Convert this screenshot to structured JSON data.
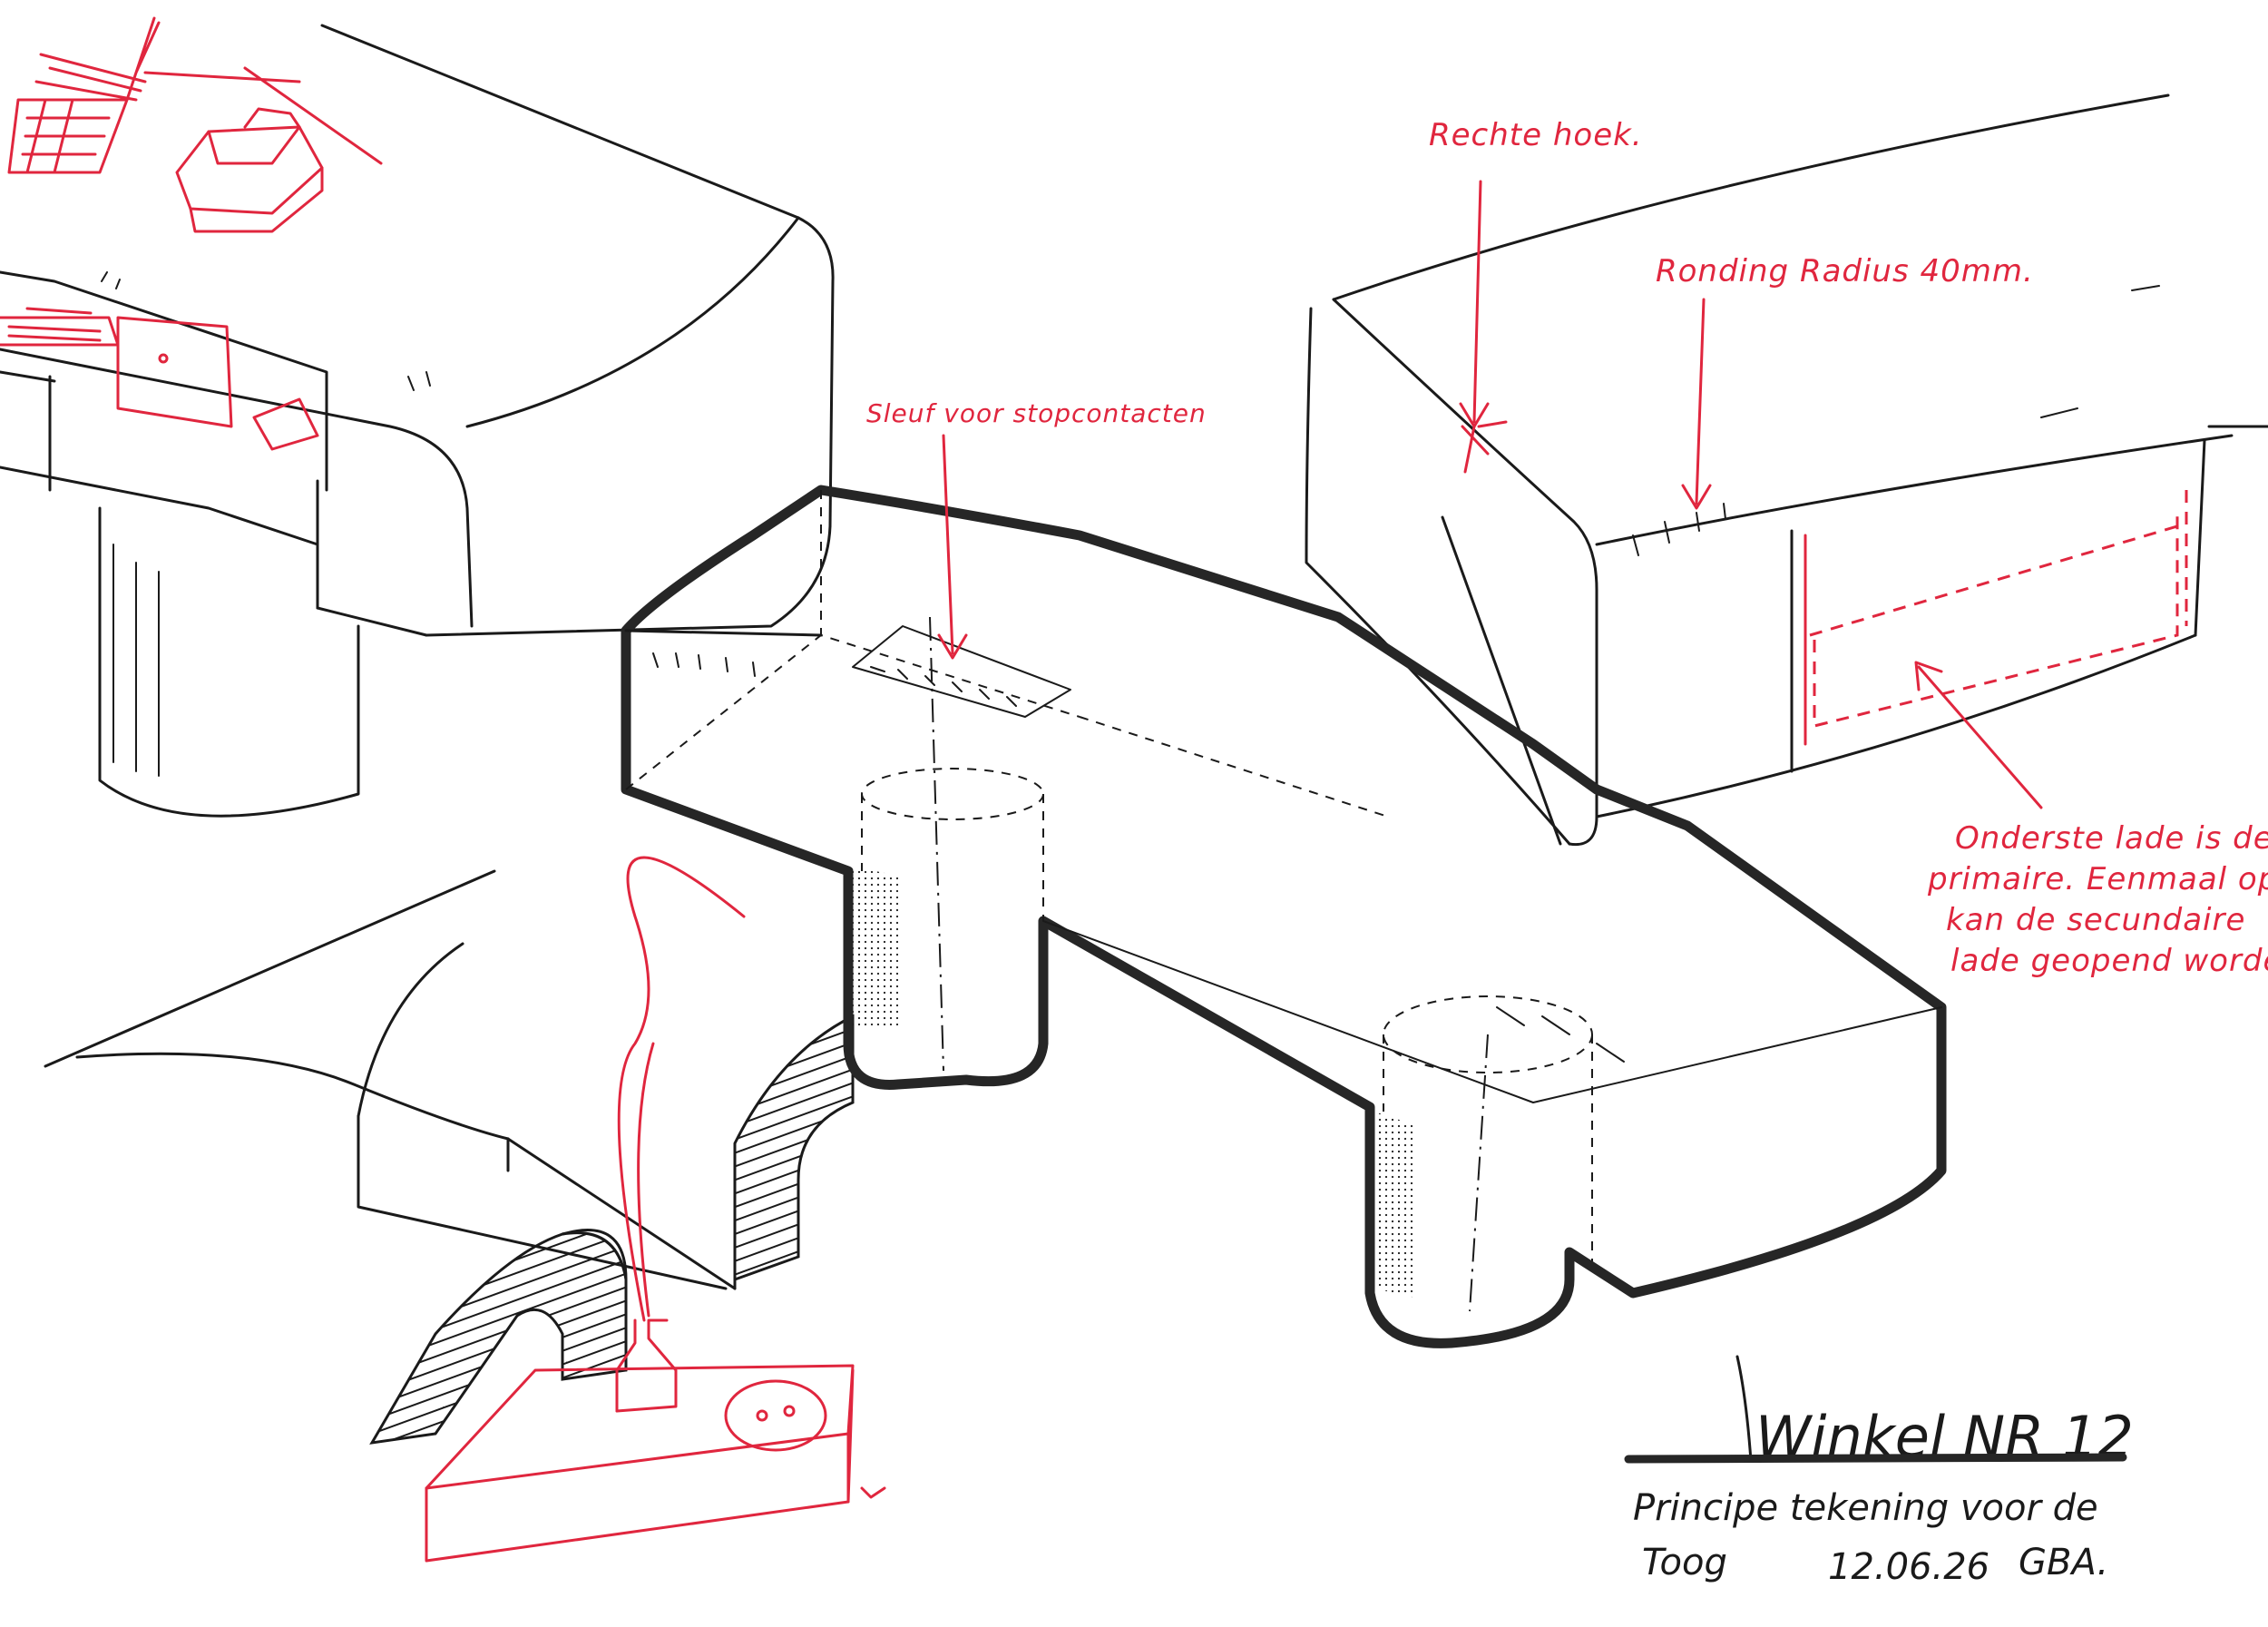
{
  "annotations": {
    "rechte_hoek": "Rechte hoek.",
    "ronding": "Ronding Radius 40mm.",
    "sleuf": "Sleuf voor stopcontacten",
    "lade_line1": "Onderste lade is de",
    "lade_line2": "primaire. Eenmaal open",
    "lade_line3": "kan de secundaire",
    "lade_line4": "lade geopend worden."
  },
  "title_block": {
    "title": "Winkel NR 12",
    "subtitle_line1": "Principe tekening voor de",
    "subtitle_word": "Toog",
    "date": "12.06.26",
    "initials": "GBA."
  },
  "colors": {
    "ink": "#1a1a1a",
    "accent_red": "#e0263e"
  }
}
